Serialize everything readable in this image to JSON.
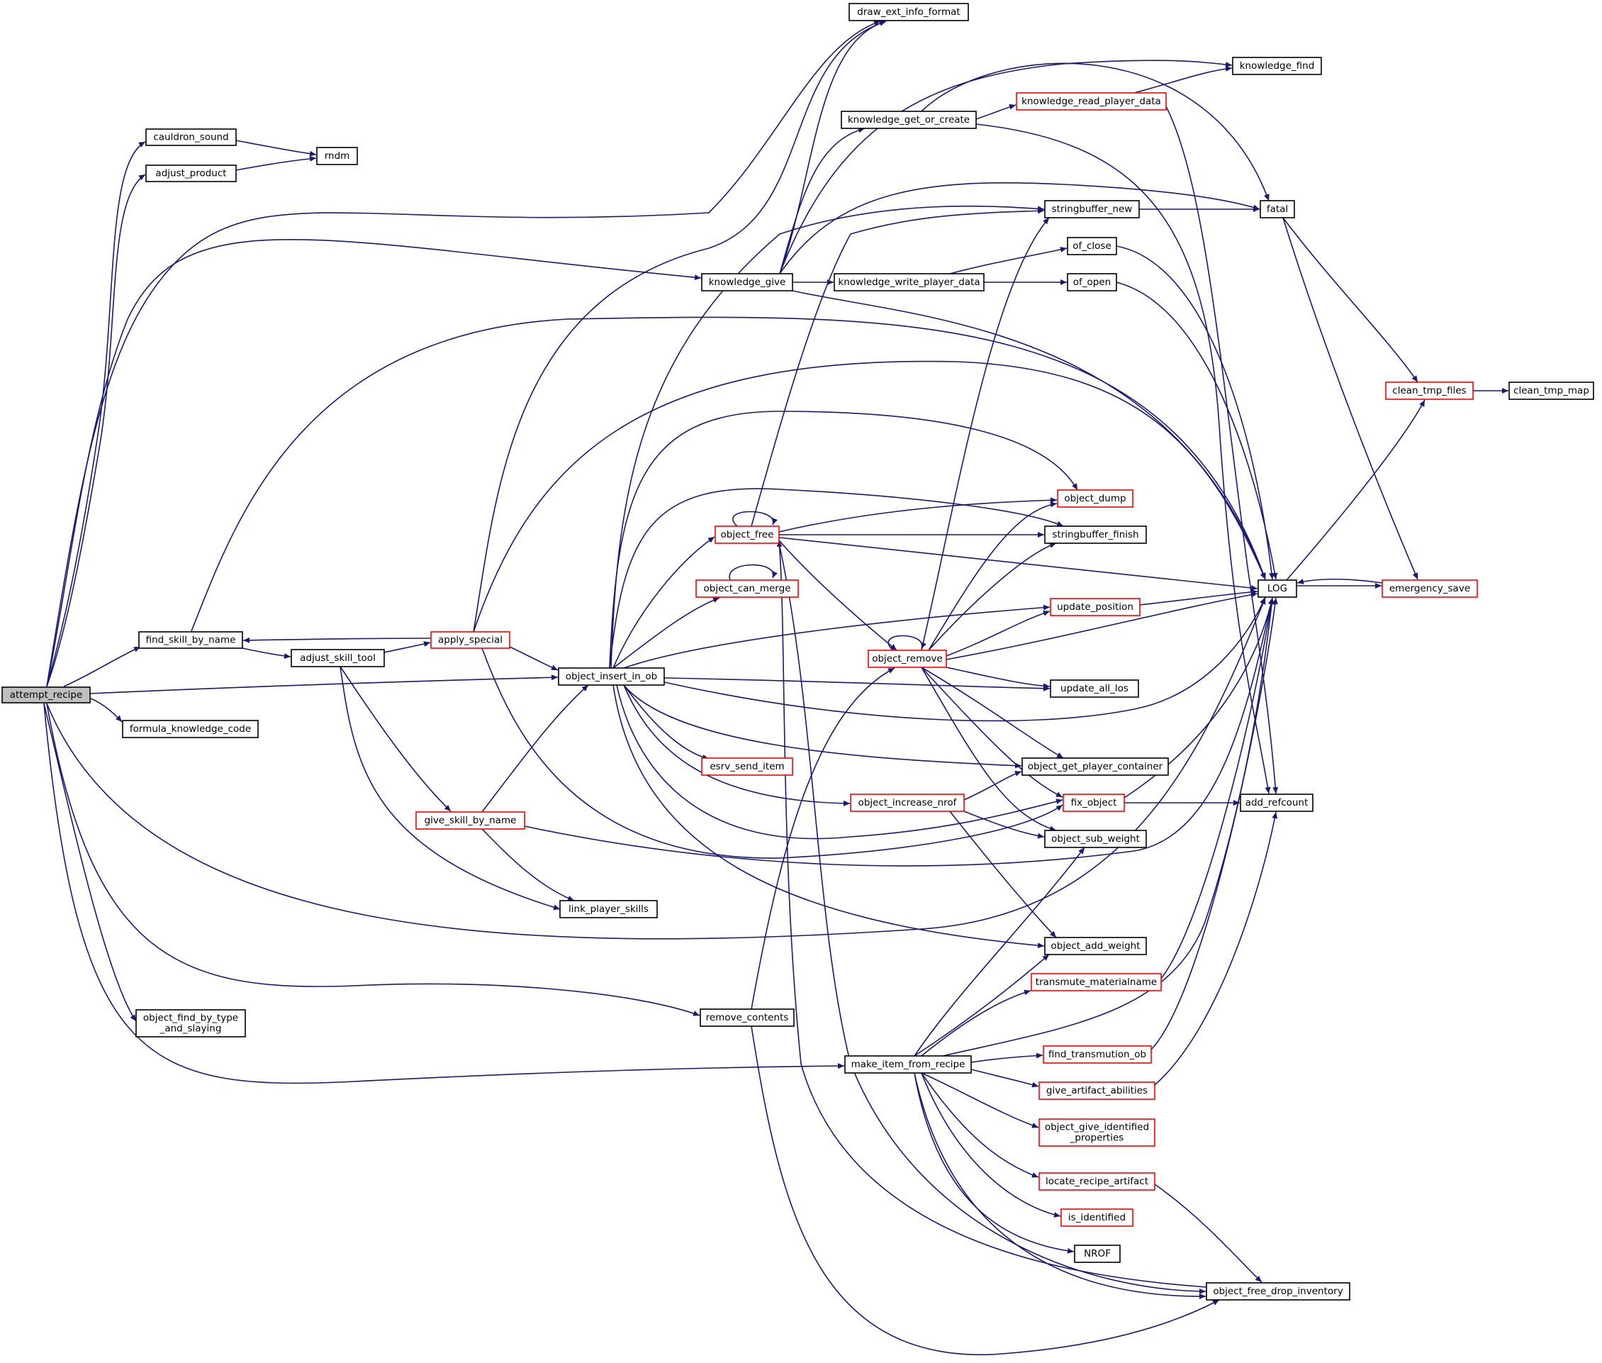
{
  "colors": {
    "edge": "#191970",
    "node_border": "#000000",
    "red_border": "#ff0000",
    "root_fill": "#bfbfbf"
  },
  "nodes": [
    {
      "id": "attempt_recipe",
      "lines": [
        "attempt_recipe"
      ],
      "style": "root"
    },
    {
      "id": "cauldron_sound",
      "lines": [
        "cauldron_sound"
      ],
      "style": "black"
    },
    {
      "id": "adjust_product",
      "lines": [
        "adjust_product"
      ],
      "style": "black"
    },
    {
      "id": "rndm",
      "lines": [
        "rndm"
      ],
      "style": "black"
    },
    {
      "id": "find_skill_by_name",
      "lines": [
        "find_skill_by_name"
      ],
      "style": "black"
    },
    {
      "id": "adjust_skill_tool",
      "lines": [
        "adjust_skill_tool"
      ],
      "style": "black"
    },
    {
      "id": "apply_special",
      "lines": [
        "apply_special"
      ],
      "style": "red"
    },
    {
      "id": "formula_knowledge_code",
      "lines": [
        "formula_knowledge_code"
      ],
      "style": "black"
    },
    {
      "id": "object_find_by_type_and_slaying",
      "lines": [
        "object_find_by_type",
        "_and_slaying"
      ],
      "style": "black"
    },
    {
      "id": "give_skill_by_name",
      "lines": [
        "give_skill_by_name"
      ],
      "style": "red"
    },
    {
      "id": "link_player_skills",
      "lines": [
        "link_player_skills"
      ],
      "style": "black"
    },
    {
      "id": "object_insert_in_ob",
      "lines": [
        "object_insert_in_ob"
      ],
      "style": "black"
    },
    {
      "id": "knowledge_give",
      "lines": [
        "knowledge_give"
      ],
      "style": "black"
    },
    {
      "id": "remove_contents",
      "lines": [
        "remove_contents"
      ],
      "style": "black"
    },
    {
      "id": "make_item_from_recipe",
      "lines": [
        "make_item_from_recipe"
      ],
      "style": "black"
    },
    {
      "id": "draw_ext_info_format",
      "lines": [
        "draw_ext_info_format"
      ],
      "style": "black"
    },
    {
      "id": "knowledge_get_or_create",
      "lines": [
        "knowledge_get_or_create"
      ],
      "style": "black"
    },
    {
      "id": "knowledge_write_player_data",
      "lines": [
        "knowledge_write_player_data"
      ],
      "style": "black"
    },
    {
      "id": "object_free",
      "lines": [
        "object_free"
      ],
      "style": "red"
    },
    {
      "id": "object_can_merge",
      "lines": [
        "object_can_merge"
      ],
      "style": "red"
    },
    {
      "id": "esrv_send_item",
      "lines": [
        "esrv_send_item"
      ],
      "style": "red"
    },
    {
      "id": "object_increase_nrof",
      "lines": [
        "object_increase_nrof"
      ],
      "style": "red"
    },
    {
      "id": "object_remove",
      "lines": [
        "object_remove"
      ],
      "style": "red"
    },
    {
      "id": "knowledge_read_player_data",
      "lines": [
        "knowledge_read_player_data"
      ],
      "style": "red"
    },
    {
      "id": "knowledge_find",
      "lines": [
        "knowledge_find"
      ],
      "style": "black"
    },
    {
      "id": "stringbuffer_new",
      "lines": [
        "stringbuffer_new"
      ],
      "style": "black"
    },
    {
      "id": "fatal",
      "lines": [
        "fatal"
      ],
      "style": "black"
    },
    {
      "id": "of_close",
      "lines": [
        "of_close"
      ],
      "style": "black"
    },
    {
      "id": "of_open",
      "lines": [
        "of_open"
      ],
      "style": "black"
    },
    {
      "id": "object_dump",
      "lines": [
        "object_dump"
      ],
      "style": "red"
    },
    {
      "id": "stringbuffer_finish",
      "lines": [
        "stringbuffer_finish"
      ],
      "style": "black"
    },
    {
      "id": "update_position",
      "lines": [
        "update_position"
      ],
      "style": "red"
    },
    {
      "id": "update_all_los",
      "lines": [
        "update_all_los"
      ],
      "style": "black"
    },
    {
      "id": "object_get_player_container",
      "lines": [
        "object_get_player_container"
      ],
      "style": "black"
    },
    {
      "id": "fix_object",
      "lines": [
        "fix_object"
      ],
      "style": "red"
    },
    {
      "id": "object_sub_weight",
      "lines": [
        "object_sub_weight"
      ],
      "style": "black"
    },
    {
      "id": "object_add_weight",
      "lines": [
        "object_add_weight"
      ],
      "style": "black"
    },
    {
      "id": "transmute_materialname",
      "lines": [
        "transmute_materialname"
      ],
      "style": "red"
    },
    {
      "id": "find_transmution_ob",
      "lines": [
        "find_transmution_ob"
      ],
      "style": "red"
    },
    {
      "id": "give_artifact_abilities",
      "lines": [
        "give_artifact_abilities"
      ],
      "style": "red"
    },
    {
      "id": "object_give_identified_properties",
      "lines": [
        "object_give_identified",
        "_properties"
      ],
      "style": "red"
    },
    {
      "id": "locate_recipe_artifact",
      "lines": [
        "locate_recipe_artifact"
      ],
      "style": "red"
    },
    {
      "id": "is_identified",
      "lines": [
        "is_identified"
      ],
      "style": "red"
    },
    {
      "id": "NROF",
      "lines": [
        "NROF"
      ],
      "style": "black"
    },
    {
      "id": "object_free_drop_inventory",
      "lines": [
        "object_free_drop_inventory"
      ],
      "style": "black"
    },
    {
      "id": "LOG",
      "lines": [
        "LOG"
      ],
      "style": "black"
    },
    {
      "id": "emergency_save",
      "lines": [
        "emergency_save"
      ],
      "style": "red"
    },
    {
      "id": "clean_tmp_files",
      "lines": [
        "clean_tmp_files"
      ],
      "style": "red"
    },
    {
      "id": "clean_tmp_map",
      "lines": [
        "clean_tmp_map"
      ],
      "style": "black"
    },
    {
      "id": "add_refcount",
      "lines": [
        "add_refcount"
      ],
      "style": "black"
    }
  ]
}
